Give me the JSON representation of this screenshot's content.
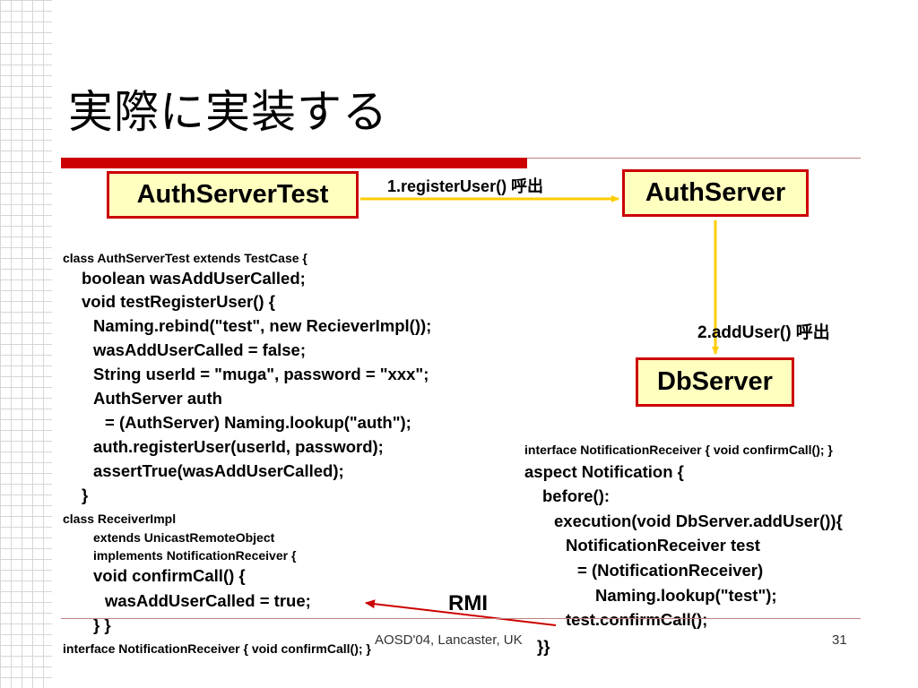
{
  "slide": {
    "title": "実際に実装する",
    "boxes": {
      "auth_server_test": "AuthServerTest",
      "auth_server": "AuthServer",
      "db_server": "DbServer"
    },
    "labels": {
      "register_call": "1.registerUser() 呼出",
      "add_user_call": "2.addUser() 呼出",
      "rmi": "RMI"
    },
    "left_code": [
      "class AuthServerTest extends TestCase {",
      "boolean wasAddUserCalled;",
      "void testRegisterUser() {",
      "Naming.rebind(\"test\", new RecieverImpl());",
      "wasAddUserCalled = false;",
      "String userId = \"muga\", password = \"xxx\";",
      "AuthServer auth",
      "= (AuthServer) Naming.lookup(\"auth\");",
      "auth.registerUser(userId, password);",
      "assertTrue(wasAddUserCalled);",
      "}",
      "class ReceiverImpl",
      "extends UnicastRemoteObject",
      "implements NotificationReceiver {",
      "void confirmCall() {",
      "wasAddUserCalled = true;",
      "} }",
      "interface NotificationReceiver { void confirmCall(); }"
    ],
    "right_code": [
      "interface NotificationReceiver  { void confirmCall(); }",
      "aspect Notification {",
      "before():",
      "execution(void DbServer.addUser()){",
      "NotificationReceiver test",
      "= (NotificationReceiver)",
      "Naming.lookup(\"test\");",
      "test.confirmCall();",
      "}}"
    ],
    "footer": {
      "center": "AOSD'04, Lancaster, UK",
      "page": "31"
    },
    "colors": {
      "box_fill": "#ffffc0",
      "box_border": "#cc0000",
      "arrow": "#ffcc00",
      "accent_bar": "#cc0000"
    }
  }
}
